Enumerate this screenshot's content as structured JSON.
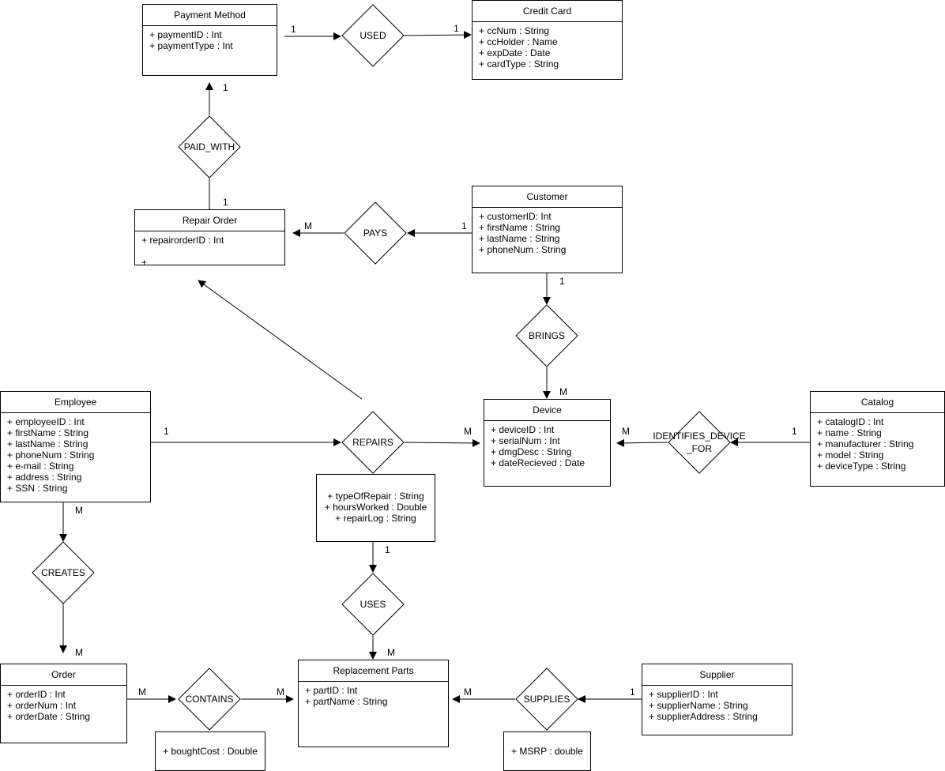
{
  "entities": {
    "payment_method": {
      "title": "Payment Method",
      "attrs": [
        "+ paymentID : Int",
        "+ paymentType : Int"
      ]
    },
    "credit_card": {
      "title": "Credit Card",
      "attrs": [
        "+ ccNum : String",
        "+ ccHolder : Name",
        "+ expDate : Date",
        "+ cardType : String"
      ]
    },
    "repair_order": {
      "title": "Repair Order",
      "attrs": [
        "+ repairorderID : Int",
        "",
        "+"
      ]
    },
    "customer": {
      "title": "Customer",
      "attrs": [
        "+ customerID: Int",
        "+ firstName : String",
        "+ lastName : String",
        "+ phoneNum : String"
      ]
    },
    "employee": {
      "title": "Employee",
      "attrs": [
        "+ employeeID : Int",
        "+ firstName : String",
        "+ lastName : String",
        "+ phoneNum : String",
        "+ e-mail : String",
        "+ address : String",
        "+ SSN : String"
      ]
    },
    "device": {
      "title": "Device",
      "attrs": [
        "+ deviceID : Int",
        "+ serialNum : Int",
        "+ dmgDesc : String",
        "+ dateRecieved : Date"
      ]
    },
    "catalog": {
      "title": "Catalog",
      "attrs": [
        "+ catalogID : Int",
        "+ name : String",
        "+ manufacturer : String",
        "+ model : String",
        "+ deviceType : String"
      ]
    },
    "order": {
      "title": "Order",
      "attrs": [
        "+ orderID : Int",
        "+ orderNum : Int",
        "+ orderDate : String"
      ]
    },
    "replacement_parts": {
      "title": "Replacement Parts",
      "attrs": [
        "+ partID : Int",
        "+ partName : String"
      ]
    },
    "supplier": {
      "title": "Supplier",
      "attrs": [
        "+ supplierID : Int",
        "+ supplierName : String",
        "+ supplierAddress : String"
      ]
    }
  },
  "attribute_boxes": {
    "repairs": [
      "+ typeOfRepair : String",
      "+ hoursWorked : Double",
      "+ repairLog : String"
    ],
    "contains": [
      "+ boughtCost : Double"
    ],
    "supplies": [
      "+ MSRP : double"
    ]
  },
  "relationships": {
    "used": "USED",
    "paid_with": "PAID_WITH",
    "pays": "PAYS",
    "brings": "BRINGS",
    "repairs": "REPAIRS",
    "identifies": "IDENTIFIES_DEVICE\n_FOR",
    "creates": "CREATES",
    "uses": "USES",
    "contains": "CONTAINS",
    "supplies": "SUPPLIES"
  },
  "cardinalities": {
    "pm_used": "1",
    "used_cc": "1",
    "pm_paidwith": "1",
    "ro_paidwith": "1",
    "ro_pays": "M",
    "cust_pays": "1",
    "cust_brings": "1",
    "dev_brings": "M",
    "emp_repairs": "1",
    "dev_repairs": "M",
    "dev_ident": "M",
    "cat_ident": "1",
    "emp_creates": "M",
    "order_creates": "M",
    "repairs_uses": "1",
    "parts_uses": "M",
    "order_contains": "M",
    "parts_contains": "M",
    "parts_supplies": "M",
    "sup_supplies": "1"
  }
}
